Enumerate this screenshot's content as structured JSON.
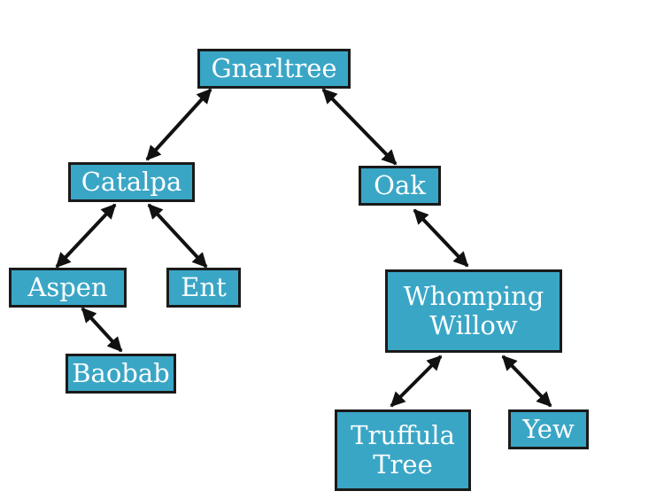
{
  "nodes": {
    "gnarltree": "Gnarltree",
    "catalpa": "Catalpa",
    "oak": "Oak",
    "aspen": "Aspen",
    "ent": "Ent",
    "baobab": "Baobab",
    "whomping_willow": "Whomping\nWillow",
    "truffula_tree": "Truffula\nTree",
    "yew": "Yew"
  },
  "edges": [
    [
      "gnarltree",
      "catalpa"
    ],
    [
      "gnarltree",
      "oak"
    ],
    [
      "catalpa",
      "aspen"
    ],
    [
      "catalpa",
      "ent"
    ],
    [
      "aspen",
      "baobab"
    ],
    [
      "oak",
      "whomping_willow"
    ],
    [
      "whomping_willow",
      "truffula_tree"
    ],
    [
      "whomping_willow",
      "yew"
    ]
  ],
  "colors": {
    "node_fill": "#3aa6c6",
    "node_border": "#1a1a1a",
    "node_text": "#ffffff",
    "arrow": "#111111"
  }
}
